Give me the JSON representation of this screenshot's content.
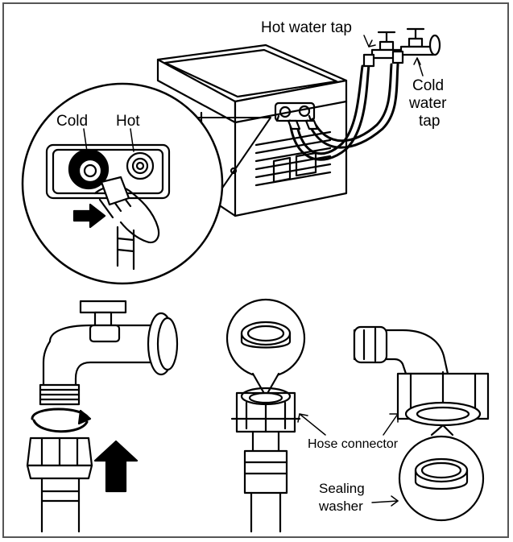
{
  "labels": {
    "hot_water_tap": "Hot water tap",
    "cold_water_tap_line1": "Cold",
    "cold_water_tap_line2": "water",
    "cold_water_tap_line3": "tap",
    "inlet_cold": "Cold",
    "inlet_hot": "Hot",
    "hose_connector": "Hose connector",
    "sealing_washer_line1": "Sealing",
    "sealing_washer_line2": "washer"
  },
  "colors": {
    "line": "#000000",
    "background": "#ffffff",
    "frame": "#555555"
  }
}
